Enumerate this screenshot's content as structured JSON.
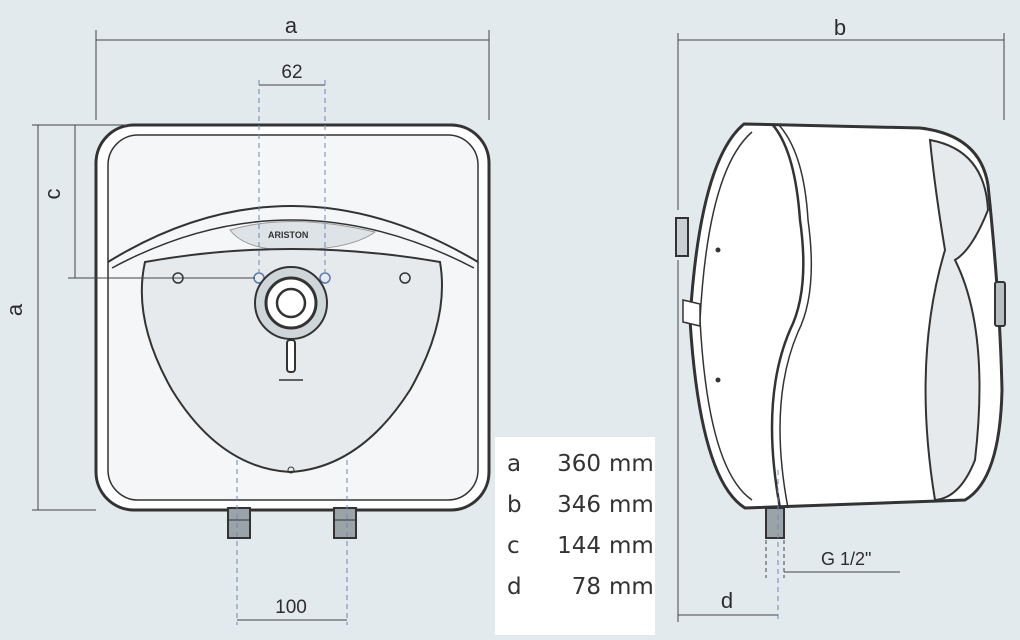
{
  "labels": {
    "a_top": "a",
    "b_top": "b",
    "c_side": "c",
    "a_side": "a",
    "dim_62": "62",
    "dim_100": "100",
    "dim_d": "d",
    "thread": "G 1/2\"",
    "brand": "ARISTON"
  },
  "legend": [
    {
      "key": "a",
      "value": "360",
      "unit": "mm"
    },
    {
      "key": "b",
      "value": "346",
      "unit": "mm"
    },
    {
      "key": "c",
      "value": "144",
      "unit": "mm"
    },
    {
      "key": "d",
      "value": "78",
      "unit": "mm"
    }
  ]
}
